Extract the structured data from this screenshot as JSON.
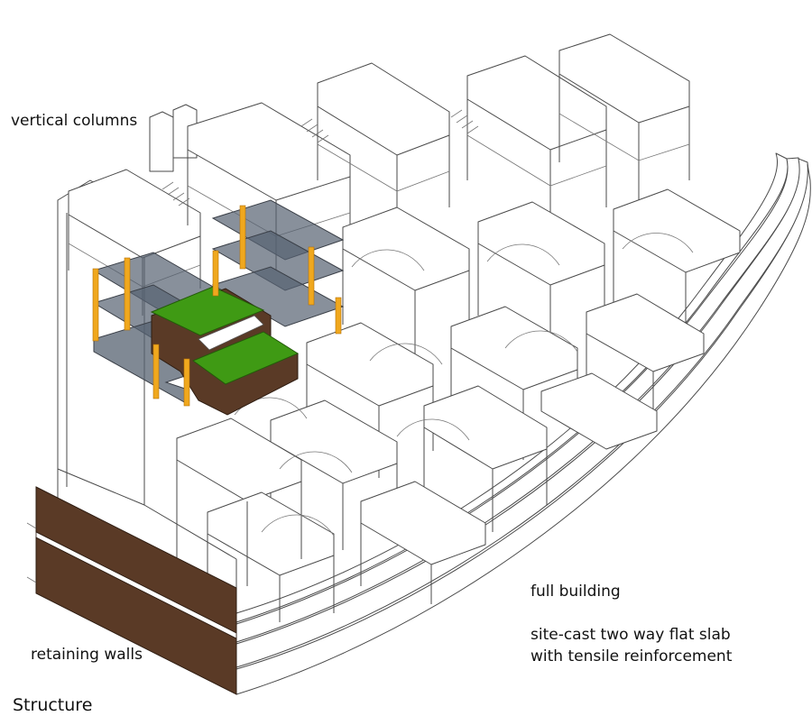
{
  "labels": {
    "vertical_columns": "vertical columns",
    "full_building": "full building",
    "slab_line_1": "site-cast two way flat slab",
    "slab_line_2": "with tensile reinforcement",
    "retaining_walls": "retaining walls",
    "caption": "Structure"
  },
  "colors": {
    "column": "#f0a81e",
    "glass_slab": "#556170",
    "green_slab": "#3f9a14",
    "retaining_wall": "#5a3a26",
    "line": "#4a4a4a",
    "background": "#ffffff"
  }
}
